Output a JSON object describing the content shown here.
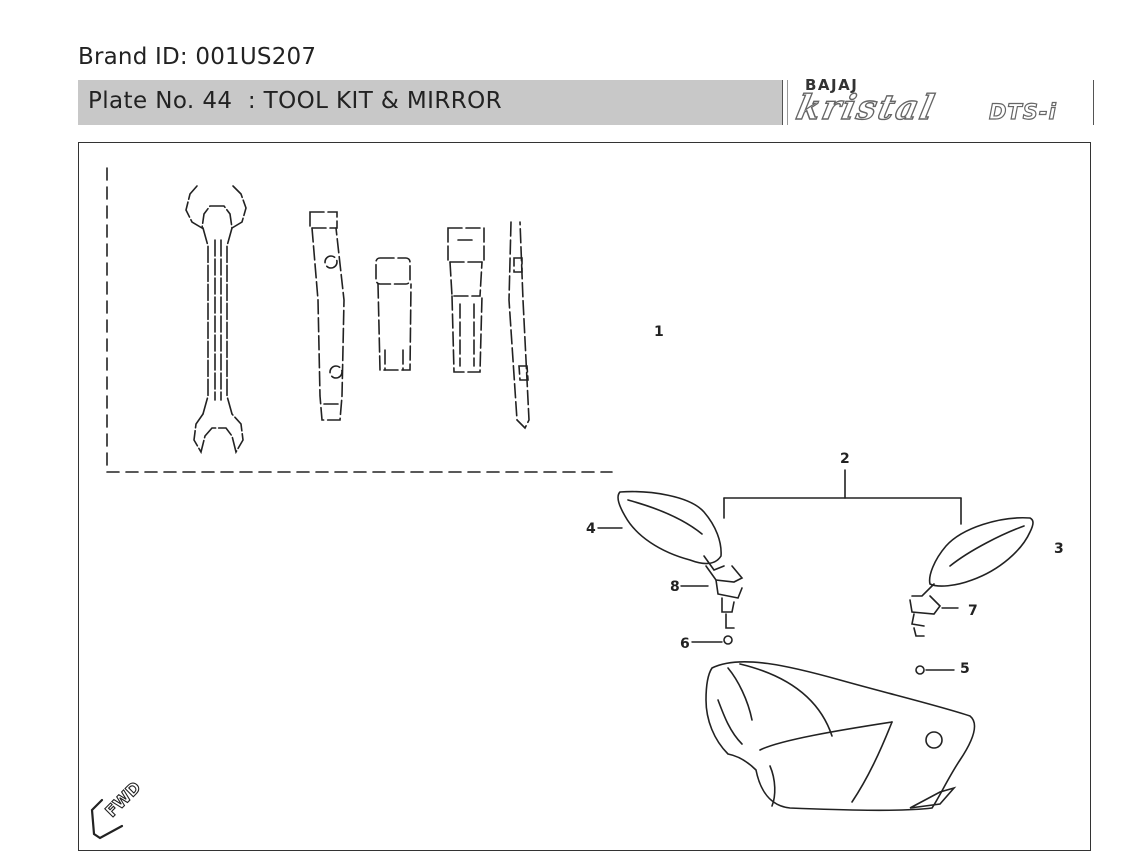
{
  "header": {
    "brand_id": "Brand ID: 001US207",
    "plate_title": "Plate No. 44  : TOOL KIT & MIRROR"
  },
  "logo": {
    "maker": "BAJAJ",
    "model": "kristal",
    "variant": "DTS-i"
  },
  "callouts": {
    "c1": "1",
    "c2": "2",
    "c3": "3",
    "c4": "4",
    "c5": "5",
    "c6": "6",
    "c7": "7",
    "c8": "8"
  },
  "fwd_label": "FWD",
  "colors": {
    "plate_bar": "#c8c8c8",
    "line_art": "#222222"
  }
}
